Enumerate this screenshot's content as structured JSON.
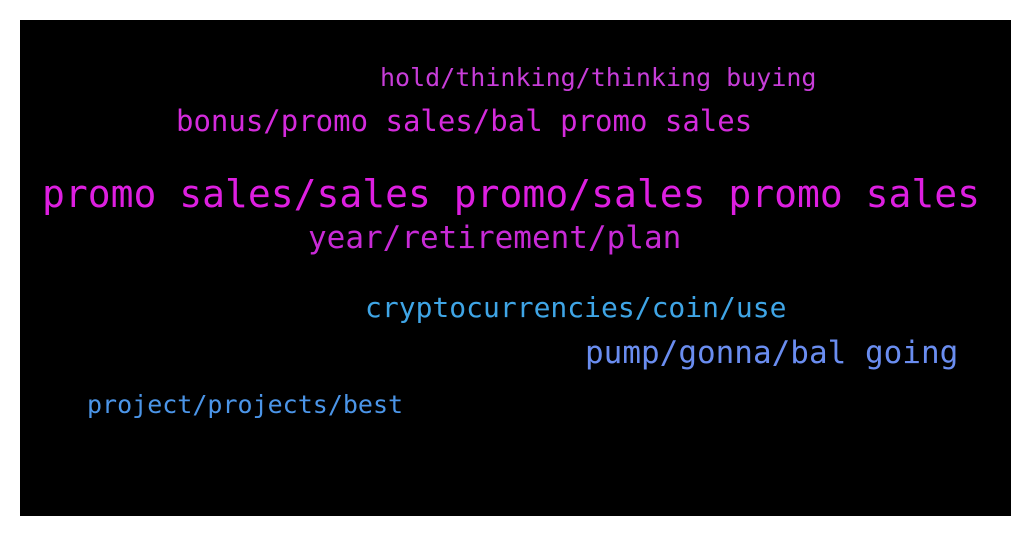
{
  "wordcloud": {
    "background": "#000000",
    "terms": [
      {
        "text": "hold/thinking/thinking buying",
        "color": "#c73dd8"
      },
      {
        "text": "bonus/promo sales/bal promo sales",
        "color": "#d42bdc"
      },
      {
        "text": "promo sales/sales promo/sales promo sales",
        "color": "#dd1fe0"
      },
      {
        "text": "year/retirement/plan",
        "color": "#c82ad6"
      },
      {
        "text": "cryptocurrencies/coin/use",
        "color": "#3fa5e6"
      },
      {
        "text": "pump/gonna/bal going",
        "color": "#6a8df0"
      },
      {
        "text": "project/projects/best",
        "color": "#4b95e8"
      }
    ]
  }
}
